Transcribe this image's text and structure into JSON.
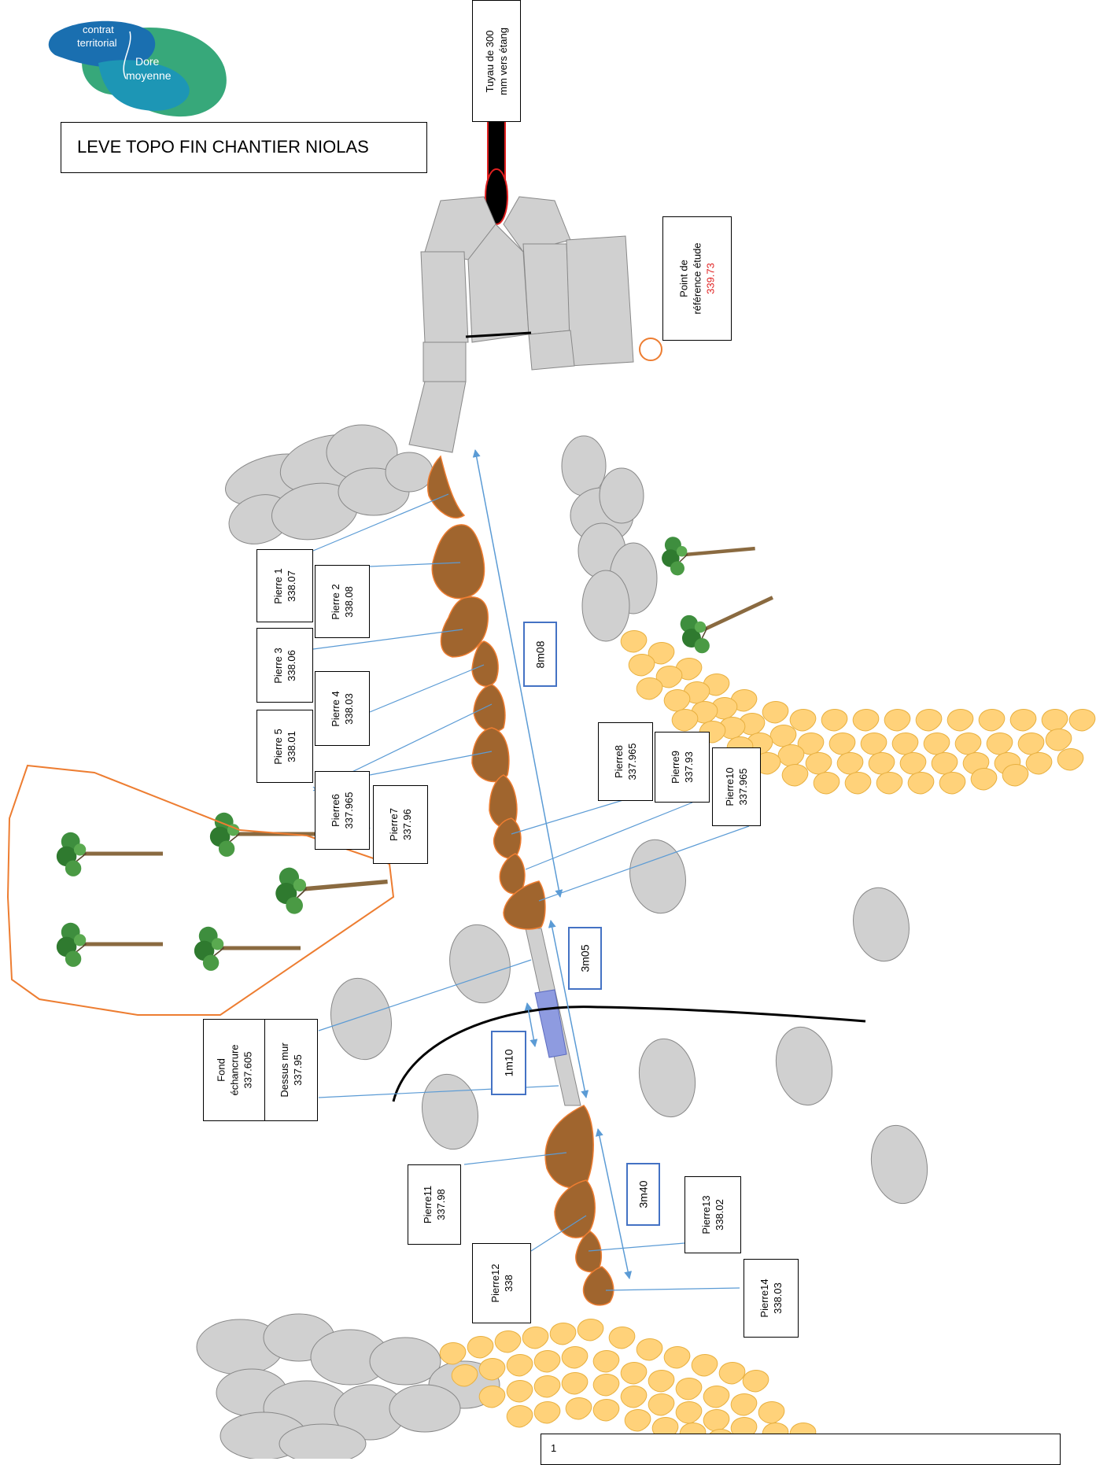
{
  "logo": {
    "line1": "contrat",
    "line2": "territorial",
    "line3": "Dore",
    "line4": "moyenne"
  },
  "title": "LEVE TOPO FIN CHANTIER NIOLAS",
  "pipe_label": {
    "line1": "Tuyau de 300",
    "line2": "mm vers étang"
  },
  "reference": {
    "line1": "Point de",
    "line2": "référence étude",
    "value": "339.73"
  },
  "stones": [
    {
      "name": "Pierre 1",
      "value": "338.07"
    },
    {
      "name": "Pierre 2",
      "value": "338.08"
    },
    {
      "name": "Pierre 3",
      "value": "338.06"
    },
    {
      "name": "Pierre 4",
      "value": "338.03"
    },
    {
      "name": "Pierre 5",
      "value": "338.01"
    },
    {
      "name": "Pierre6",
      "value": "337.965"
    },
    {
      "name": "Pierre7",
      "value": "337.96"
    },
    {
      "name": "Pierre8",
      "value": "337.965"
    },
    {
      "name": "Pierre9",
      "value": "337.93"
    },
    {
      "name": "Pierre10",
      "value": "337.965"
    },
    {
      "name": "Pierre11",
      "value": "337.98"
    },
    {
      "name": "Pierre12",
      "value": "338"
    },
    {
      "name": "Pierre13",
      "value": "338.02"
    },
    {
      "name": "Pierre14",
      "value": "338.03"
    }
  ],
  "notch": {
    "line1": "Fond",
    "line2": "échancrure",
    "value": "337.605"
  },
  "wall_top": {
    "line1": "Dessus mur",
    "value": "337.95"
  },
  "dimensions": {
    "d1": "8m08",
    "d2": "3m05",
    "d3": "1m10",
    "d4": "3m40"
  },
  "footer_note": "1",
  "colors": {
    "stone_brown": "#a0652e",
    "stone_outline": "#ed7d31",
    "rock_grey": "#d0d0d0",
    "gravel_yellow": "#ffd27a",
    "arrow_blue": "#5b9bd5",
    "dim_border": "#4472c4",
    "reference_red": "#e02020",
    "enclosure_orange": "#ed7d31"
  }
}
